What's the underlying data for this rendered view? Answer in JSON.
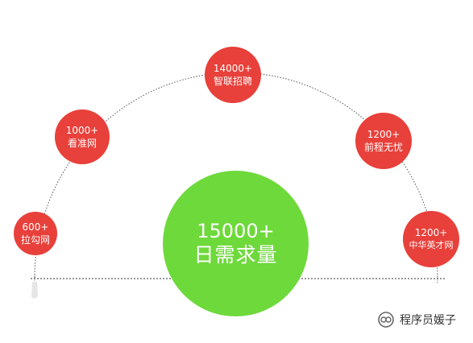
{
  "center": {
    "value": "15000+",
    "label": "日需求量",
    "color": "#6ed93b"
  },
  "nodes": [
    {
      "value": "600+",
      "label": "拉勾网"
    },
    {
      "value": "1000+",
      "label": "看准网"
    },
    {
      "value": "14000+",
      "label": "智联招聘"
    },
    {
      "value": "1200+",
      "label": "前程无忧"
    },
    {
      "value": "1200+",
      "label": "中华英才网"
    }
  ],
  "node_color": "#e8403a",
  "watermark": {
    "text": "程序员媛子",
    "icon": "wechat-public-account-icon"
  }
}
